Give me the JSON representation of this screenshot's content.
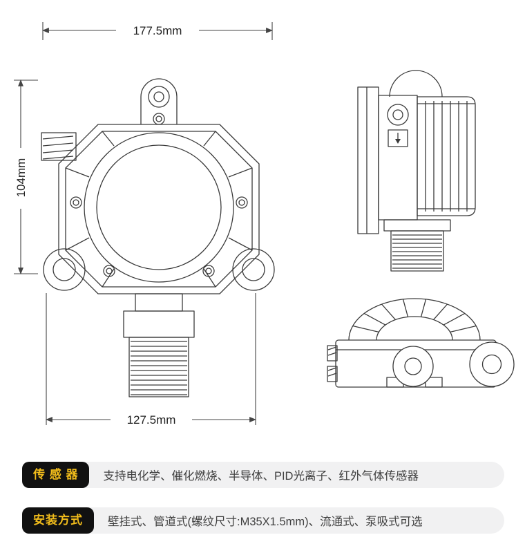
{
  "colors": {
    "page_bg": "#ffffff",
    "line": "#3a3a3a",
    "dim_text": "#222222",
    "badge_bg": "#111111",
    "badge_text": "#f2bd1b",
    "row_bg": "#f1f1f2",
    "body_text": "#404040"
  },
  "diagram": {
    "dim_top_width": "177.5mm",
    "dim_left_height": "104mm",
    "dim_bottom_width": "127.5mm"
  },
  "specs": [
    {
      "badge": "传 感 器",
      "text": "支持电化学、催化燃烧、半导体、PID光离子、红外气体传感器"
    },
    {
      "badge": "安装方式",
      "text": "壁挂式、管道式(螺纹尺寸:M35X1.5mm)、流通式、泵吸式可选"
    }
  ]
}
